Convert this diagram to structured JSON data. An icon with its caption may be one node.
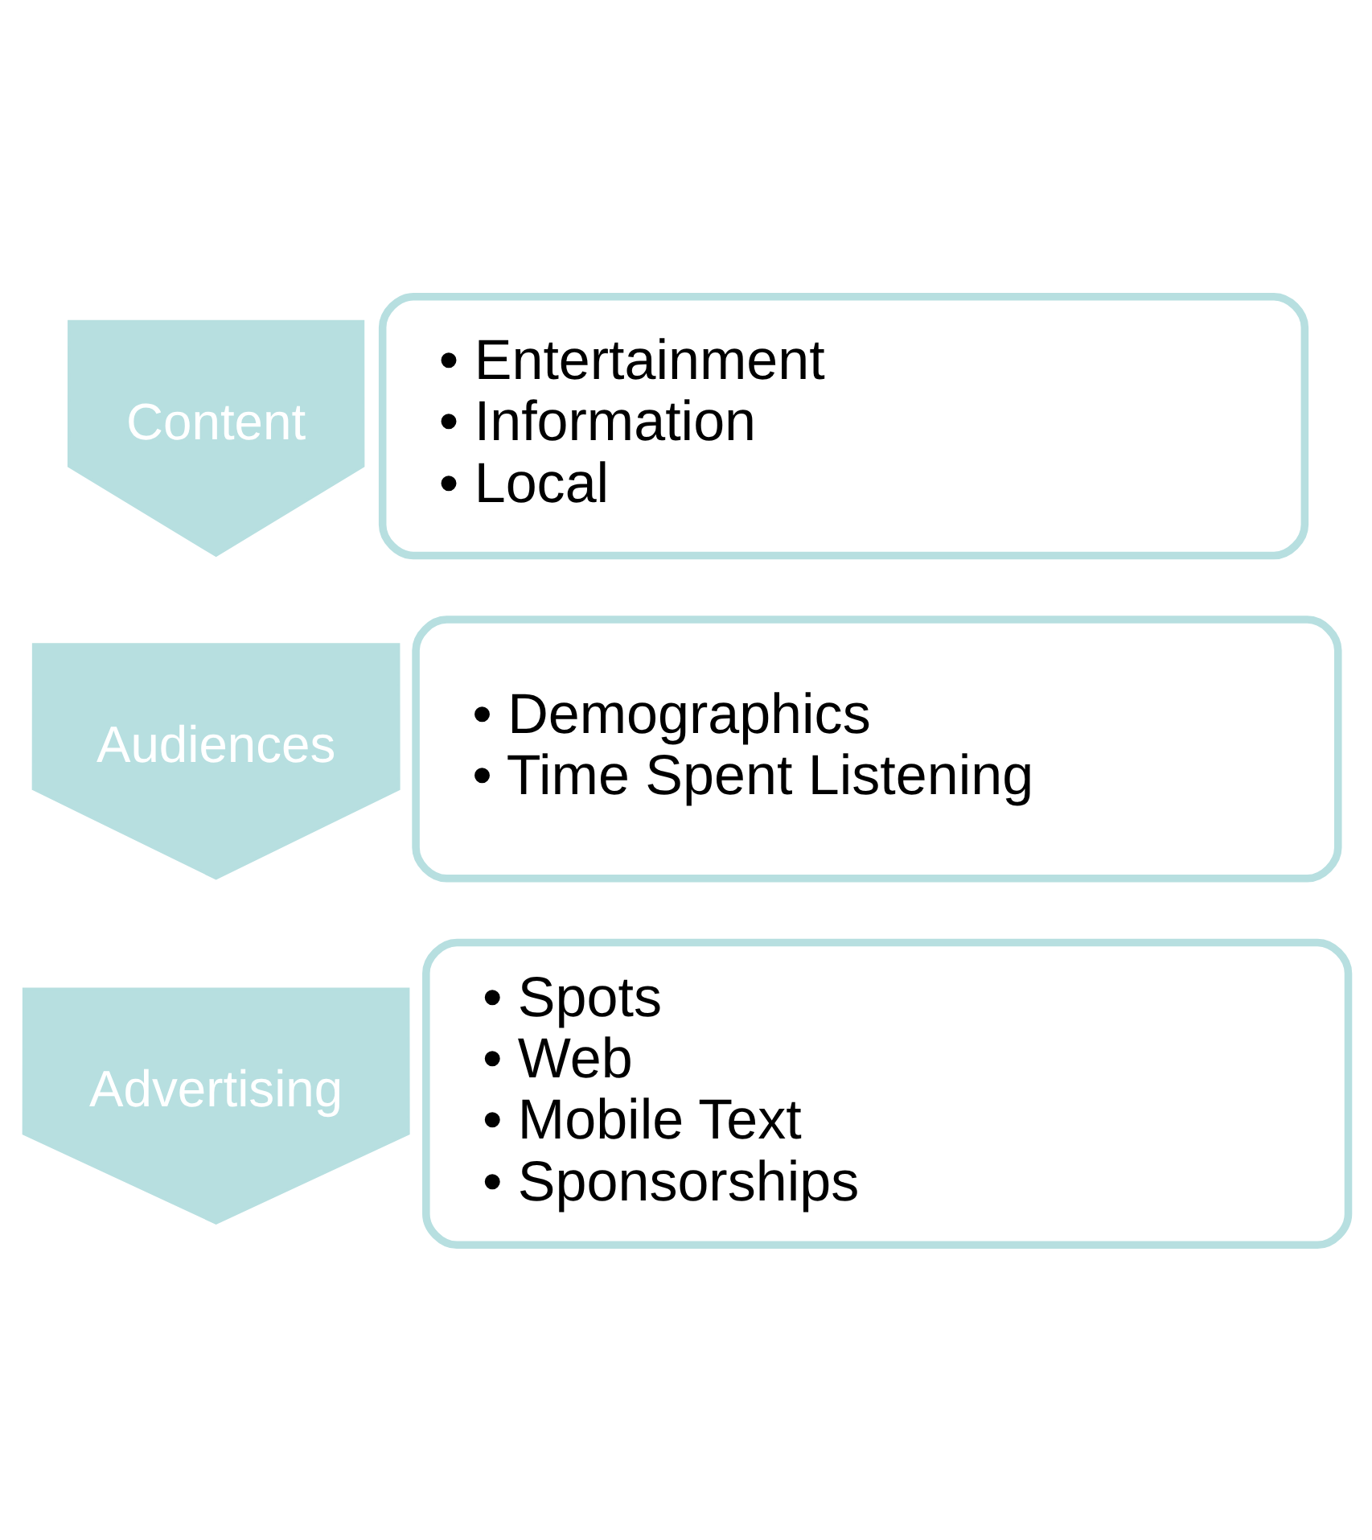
{
  "diagram": {
    "nodes": [
      {
        "text": [
          "Content"
        ]
      },
      {
        "text": [
          "• Entertainment",
          "• Information",
          "• Local"
        ]
      },
      {
        "text": [
          "Audiences"
        ]
      },
      {
        "text": [
          "• Demographics",
          "• Time Spent Listening"
        ]
      },
      {
        "text": [
          "Advertising"
        ]
      },
      {
        "text": [
          "• Spots",
          "• Web",
          "• Mobile Text",
          "• Sponsorships"
        ]
      }
    ]
  }
}
